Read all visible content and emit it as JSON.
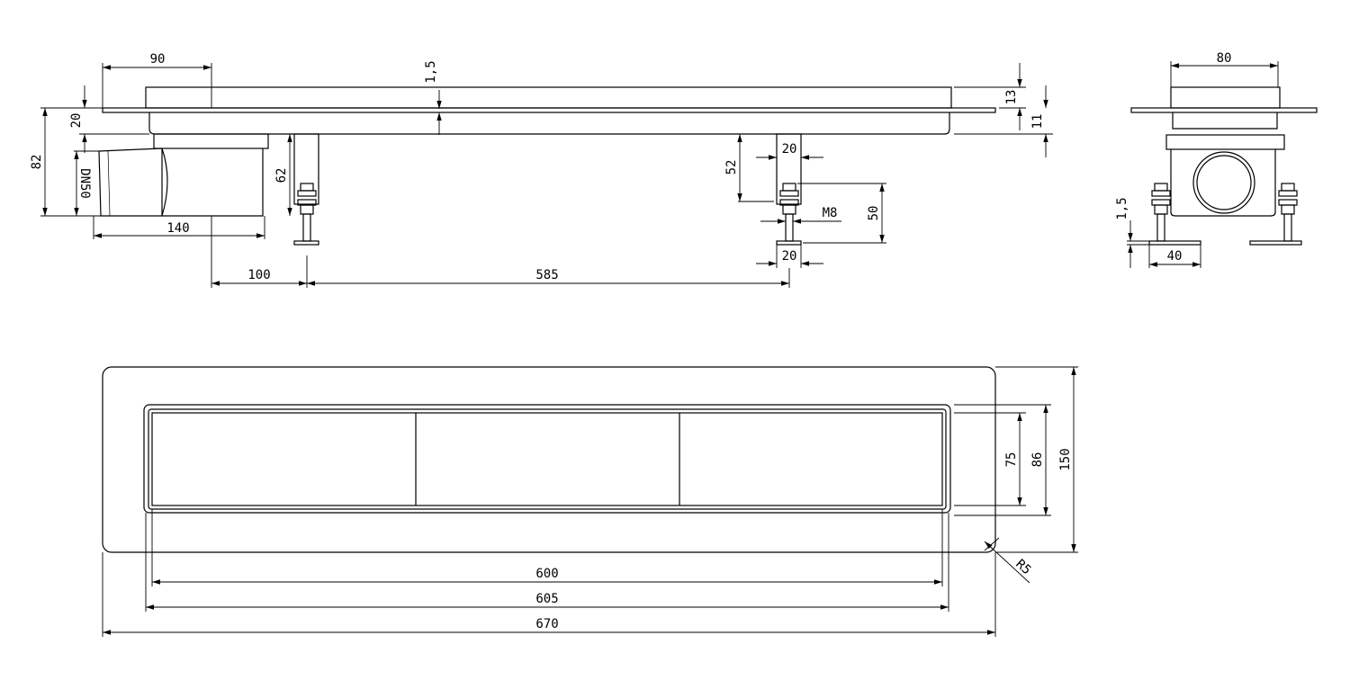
{
  "dimensions": {
    "d90": "90",
    "d1_5_top": "1,5",
    "d13": "13",
    "d11": "11",
    "d20_left": "20",
    "d82": "82",
    "dn50": "DN50",
    "d140": "140",
    "d62": "62",
    "d52": "52",
    "d20_foot_top": "20",
    "d50": "50",
    "m8": "M8",
    "d20_foot_bottom": "20",
    "d100": "100",
    "d585": "585",
    "d80": "80",
    "d1_5_side": "1,5",
    "d40": "40",
    "d75": "75",
    "d86": "86",
    "d150": "150",
    "r5": "R5",
    "d600": "600",
    "d605": "605",
    "d670": "670"
  }
}
